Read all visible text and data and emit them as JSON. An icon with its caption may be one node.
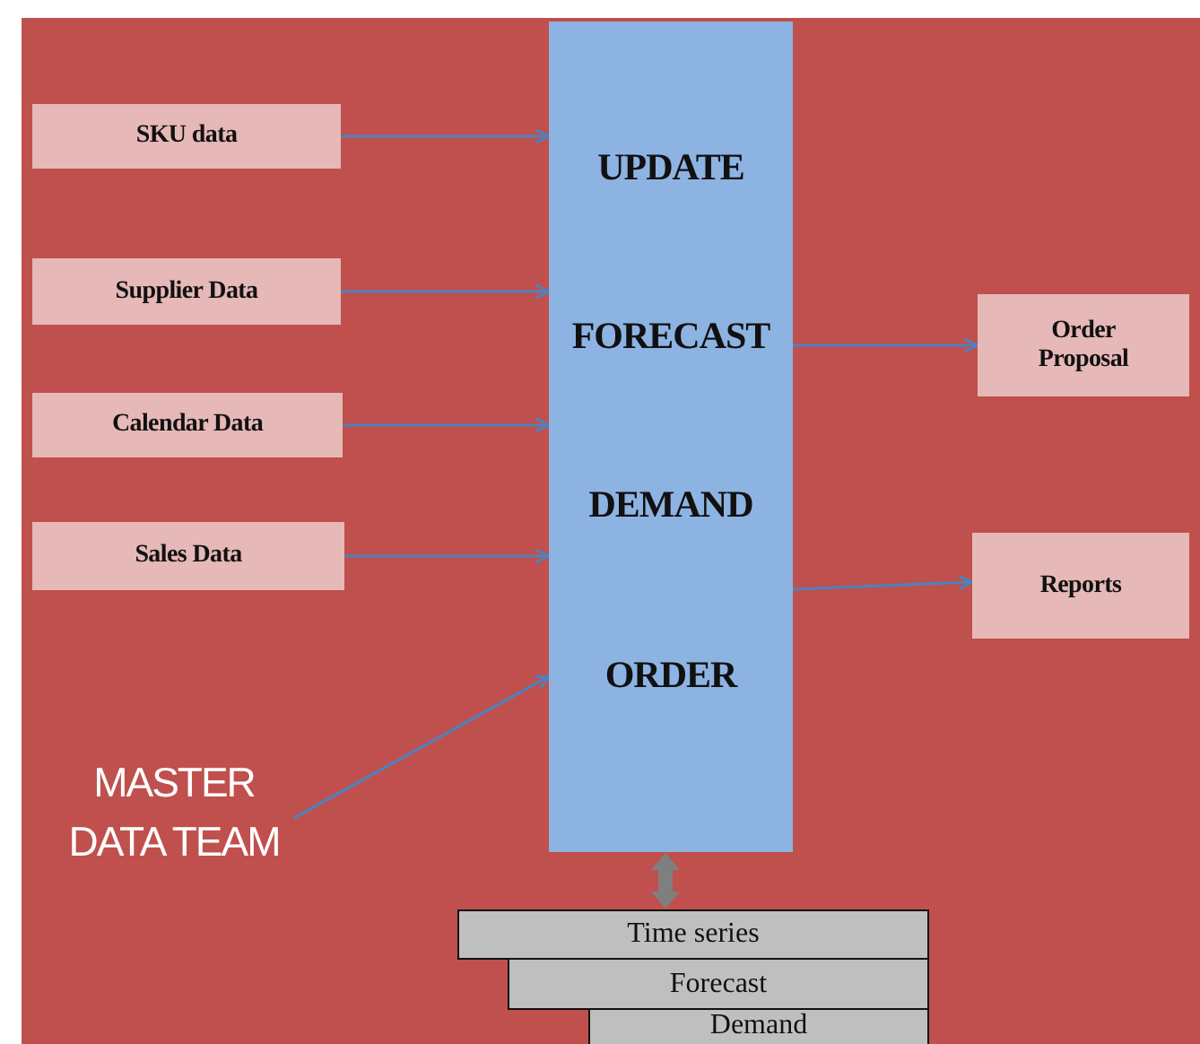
{
  "diagram": {
    "nodes": [
      {
        "text": [
          "UPDATE",
          "FORECAST",
          "DEMAND",
          "ORDER"
        ]
      },
      {
        "text": [
          "SKU data"
        ]
      },
      {
        "text": [
          "Supplier Data"
        ]
      },
      {
        "text": [
          "Calendar Data"
        ]
      },
      {
        "text": [
          "Sales Data"
        ]
      },
      {
        "text": [
          "MASTER DATA TEAM"
        ]
      },
      {
        "text": [
          "Order Proposal"
        ]
      },
      {
        "text": [
          "Reports"
        ]
      },
      {
        "text": [
          "Time series"
        ]
      },
      {
        "text": [
          "Forecast"
        ]
      },
      {
        "text": [
          "Demand"
        ]
      }
    ],
    "edges": [
      {
        "from": 1,
        "to": 0,
        "arrow": "to"
      },
      {
        "from": 2,
        "to": 0,
        "arrow": "to"
      },
      {
        "from": 3,
        "to": 0,
        "arrow": "to"
      },
      {
        "from": 4,
        "to": 0,
        "arrow": "to"
      },
      {
        "from": 5,
        "to": 0,
        "arrow": "to"
      },
      {
        "from": 0,
        "to": 6,
        "arrow": "to"
      },
      {
        "from": 0,
        "to": 7,
        "arrow": "to"
      },
      {
        "from": 0,
        "to": 8,
        "arrow": "both",
        "style": "thick",
        "color": "#7f7f7f"
      }
    ]
  }
}
